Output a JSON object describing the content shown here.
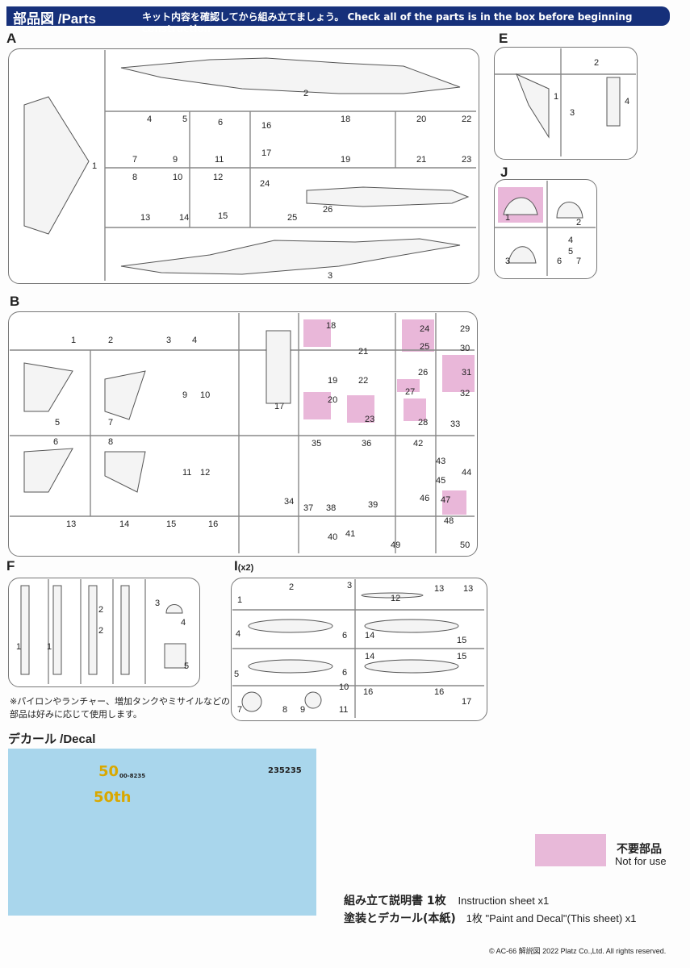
{
  "header": {
    "title": "部品図 /Parts",
    "note": "キット内容を確認してから組み立てましょう。 Check all of the parts is in the box before beginning construction"
  },
  "sections": {
    "A": "A",
    "B": "B",
    "E": "E",
    "J": "J",
    "F": "F",
    "I": "I",
    "I_mult": "(x2)",
    "decal": "デカール /Decal"
  },
  "footnote": {
    "line1": "※パイロンやランチャー、増加タンクやミサイルなどの",
    "line2": "部品は好みに応じて使用します。"
  },
  "decal_text": {
    "code1": "235235",
    "code2": "00-8235",
    "anniv1": "50",
    "anniv2": "50th"
  },
  "legend": {
    "jp": "不要部品",
    "en": "Not for use",
    "color": "#e8b9d9"
  },
  "instructions": {
    "line1_jp": "組み立て説明書 1枚",
    "line1_en": "Instruction sheet x1",
    "line2_jp": "塗装とデカール(本紙)",
    "line2_en": "1枚 \"Paint and Decal\"(This sheet) x1"
  },
  "copyright": "© AC-66 解説図 2022 Platz Co.,Ltd. All rights reserved.",
  "labels": {
    "A": [
      "1",
      "2",
      "3",
      "4",
      "5",
      "6",
      "7",
      "8",
      "9",
      "10",
      "11",
      "12",
      "13",
      "14",
      "15",
      "16",
      "17",
      "18",
      "19",
      "20",
      "21",
      "22",
      "23",
      "24",
      "25",
      "26"
    ],
    "E": [
      "1",
      "2",
      "3",
      "4"
    ],
    "J": [
      "1",
      "2",
      "3",
      "4",
      "5",
      "6",
      "7"
    ],
    "B": [
      "1",
      "2",
      "3",
      "4",
      "5",
      "6",
      "7",
      "8",
      "9",
      "10",
      "11",
      "12",
      "13",
      "14",
      "15",
      "16",
      "17",
      "18",
      "19",
      "20",
      "21",
      "22",
      "23",
      "24",
      "25",
      "26",
      "27",
      "28",
      "29",
      "30",
      "31",
      "32",
      "33",
      "34",
      "35",
      "36",
      "37",
      "38",
      "39",
      "40",
      "41",
      "42",
      "43",
      "44",
      "45",
      "46",
      "47",
      "48",
      "49",
      "50"
    ],
    "F": [
      "1",
      "1",
      "2",
      "2",
      "3",
      "4",
      "5"
    ],
    "I": [
      "1",
      "2",
      "3",
      "4",
      "5",
      "6",
      "6",
      "7",
      "8",
      "9",
      "10",
      "11",
      "12",
      "13",
      "13",
      "14",
      "14",
      "15",
      "15",
      "16",
      "16",
      "17"
    ]
  }
}
